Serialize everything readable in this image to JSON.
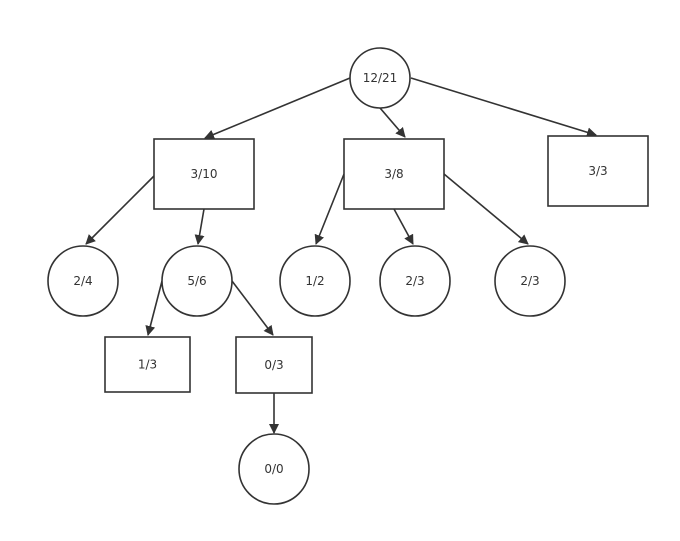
{
  "colors": {
    "stroke": "#333333",
    "fill": "#ffffff",
    "text": "#333333",
    "background": "#ffffff"
  },
  "nodes": [
    {
      "id": "n_root",
      "label": "12/21"
    },
    {
      "id": "n_a",
      "label": "3/10"
    },
    {
      "id": "n_b",
      "label": "3/8"
    },
    {
      "id": "n_c",
      "label": "3/3"
    },
    {
      "id": "n_a1",
      "label": "2/4"
    },
    {
      "id": "n_a2",
      "label": "5/6"
    },
    {
      "id": "n_b1",
      "label": "1/2"
    },
    {
      "id": "n_b2",
      "label": "2/3"
    },
    {
      "id": "n_b3",
      "label": "2/3"
    },
    {
      "id": "n_a2a",
      "label": "1/3"
    },
    {
      "id": "n_a2b",
      "label": "0/3"
    },
    {
      "id": "n_leaf",
      "label": "0/0"
    }
  ],
  "edges": [
    {
      "from": "n_root",
      "to": "n_a"
    },
    {
      "from": "n_root",
      "to": "n_b"
    },
    {
      "from": "n_root",
      "to": "n_c"
    },
    {
      "from": "n_a",
      "to": "n_a1"
    },
    {
      "from": "n_a",
      "to": "n_a2"
    },
    {
      "from": "n_b",
      "to": "n_b1"
    },
    {
      "from": "n_b",
      "to": "n_b2"
    },
    {
      "from": "n_b",
      "to": "n_b3"
    },
    {
      "from": "n_a2",
      "to": "n_a2a"
    },
    {
      "from": "n_a2",
      "to": "n_a2b"
    },
    {
      "from": "n_a2b",
      "to": "n_leaf"
    }
  ]
}
